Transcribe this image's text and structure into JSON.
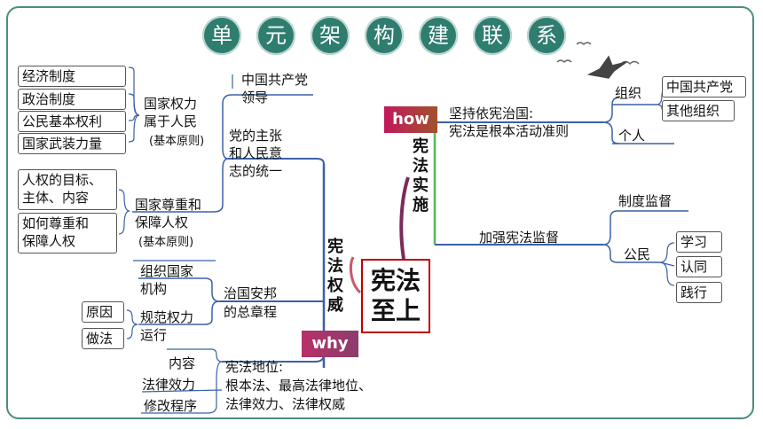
{
  "title_chars": [
    "单",
    "元",
    "架",
    "构",
    "建",
    "联",
    "系"
  ],
  "center": {
    "line1": "宪法",
    "line2": "至上"
  },
  "branches": {
    "how": {
      "tag": "how",
      "vertical": "宪法实施",
      "chars": [
        "宪",
        "法",
        "实",
        "施"
      ],
      "n1": {
        "line1": "坚持依宪治国:",
        "line2": "宪法是根本活动准则",
        "zuzhi": "组织",
        "zuzhi_items": [
          "中国共产党",
          "其他组织"
        ],
        "geren": "个人"
      },
      "n2": {
        "label": "加强宪法监督",
        "zhidu": "制度监督",
        "gongmin": "公民",
        "gongmin_items": [
          "学习",
          "认同",
          "践行"
        ]
      }
    },
    "why": {
      "tag": "why",
      "vertical": "宪法权威",
      "chars": [
        "宪",
        "法",
        "权",
        "威"
      ],
      "unity": {
        "lines": [
          "党的主张",
          "和人民意",
          "志的统一"
        ]
      },
      "party": {
        "lines": [
          "中国共产党",
          "领导"
        ]
      },
      "power": {
        "lines": [
          "国家权力",
          "属于人民"
        ],
        "sub": "(基本原则)",
        "items": [
          "经济制度",
          "政治制度",
          "公民基本权利",
          "国家武装力量"
        ]
      },
      "rights": {
        "lines": [
          "国家尊重和",
          "保障人权"
        ],
        "sub": "(基本原则)",
        "items": [
          [
            "人权的目标、",
            "主体、内容"
          ],
          [
            "如何尊重和",
            "保障人权"
          ]
        ]
      },
      "charter": {
        "lines": [
          "治国安邦",
          "的总章程"
        ],
        "org": [
          "组织国家",
          "机构"
        ],
        "reg": [
          "规范权力",
          "运行"
        ],
        "reg_items": [
          "原因",
          "做法"
        ]
      },
      "status": {
        "lines": [
          "宪法地位:",
          "根本法、最高法律地位、",
          "法律效力、法律权威"
        ],
        "items": [
          "内容",
          "法律效力",
          "修改程序"
        ]
      }
    }
  },
  "colors": {
    "title_circle": "#2f7d6f",
    "how_line": "#3a60a8",
    "green_line": "#55b85a",
    "center_border": "#c00000"
  }
}
